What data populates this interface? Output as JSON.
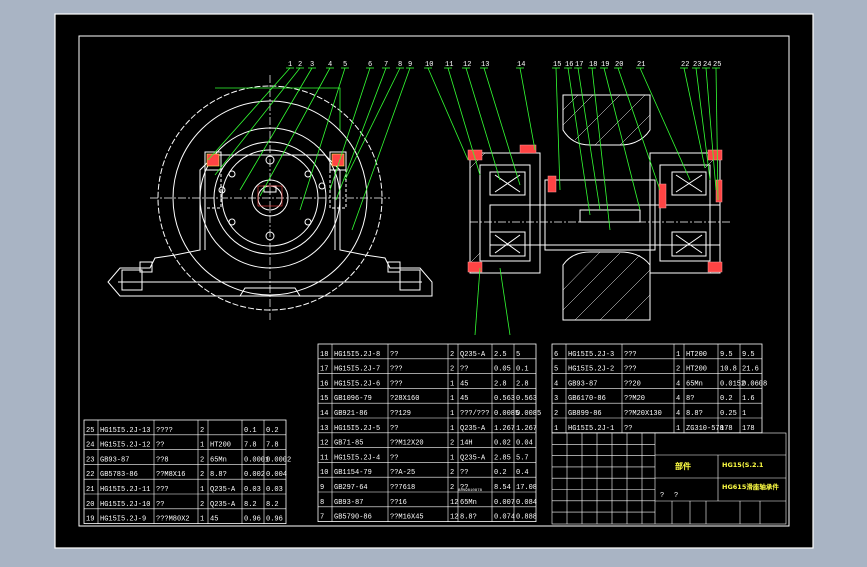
{
  "colors": {
    "background": "#a9b4c4",
    "sheet": "#000000",
    "frame": "#ffffff",
    "leader": "#33ff33",
    "parts": "#ff4444",
    "hatch": "#ffffff",
    "title_text": "#ffff44"
  },
  "title_block": {
    "label": "部件",
    "drawing_no": "HG15(S.2.1",
    "name": "HG615滑座轴承件",
    "small_1": "?",
    "small_2": "?"
  },
  "bom": {
    "left_rows": [
      [
        "25",
        "HG15I5.2J-13",
        "????",
        "2",
        "",
        "0.1",
        "0.2"
      ],
      [
        "24",
        "HG15I5.2J-12",
        "??",
        "1",
        "HT200",
        "7.8",
        "7.8"
      ],
      [
        "23",
        "GB93-87",
        "??8",
        "2",
        "65Mn",
        "0.0001",
        "0.0002"
      ],
      [
        "22",
        "GB5783-86",
        "??M8X16",
        "2",
        "8.8?",
        "0.002",
        "0.004"
      ],
      [
        "21",
        "HG15I5.2J-11",
        "???",
        "1",
        "Q235-A",
        "0.03",
        "0.03"
      ],
      [
        "20",
        "HG15I5.2J-10",
        "??",
        "2",
        "Q235-A",
        "8.2",
        "8.2"
      ],
      [
        "19",
        "HG15I5.2J-9",
        "???M80X2",
        "1",
        "45",
        "0.96",
        "0.96"
      ]
    ],
    "mid_rows": [
      [
        "18",
        "HG15I5.2J-8",
        "??",
        "2",
        "Q235-A",
        "2.5",
        "5"
      ],
      [
        "17",
        "HG15I5.2J-7",
        "???",
        "2",
        "??",
        "0.05",
        "0.1"
      ],
      [
        "16",
        "HG15I5.2J-6",
        "???",
        "1",
        "45",
        "2.8",
        "2.8"
      ],
      [
        "15",
        "GB1096-79",
        "?28X160",
        "1",
        "45",
        "0.563",
        "0.563"
      ],
      [
        "14",
        "GB921-86",
        "??129",
        "1",
        "???/???",
        "0.0085",
        "0.0085"
      ],
      [
        "13",
        "HG15I5.2J-5",
        "??",
        "1",
        "Q235-A",
        "1.267",
        "1.267"
      ],
      [
        "12",
        "GB71-85",
        "??M12X20",
        "2",
        "14H",
        "0.02",
        "0.04"
      ],
      [
        "11",
        "HG15I5.2J-4",
        "??",
        "1",
        "Q235-A",
        "2.85",
        "5.7"
      ],
      [
        "10",
        "GB1154-79",
        "??A-25",
        "2",
        "??",
        "0.2",
        "0.4"
      ],
      [
        "9",
        "GB297-64",
        "??7618",
        "2",
        "??",
        "8.54",
        "17.08"
      ],
      [
        "8",
        "GB93-87",
        "??16",
        "12",
        "65Mn",
        "0.007",
        "0.084"
      ],
      [
        "7",
        "GB5790-86",
        "??M16X45",
        "12",
        "8.8?",
        "0.074",
        "0.888"
      ]
    ],
    "right_rows": [
      [
        "6",
        "HG15I5.2J-3",
        "???",
        "1",
        "HT200",
        "9.5",
        "9.5"
      ],
      [
        "5",
        "HG15I5.2J-2",
        "???",
        "2",
        "HT200",
        "10.8",
        "21.6"
      ],
      [
        "4",
        "GB93-87",
        "??20",
        "4",
        "65Mn",
        "0.0152",
        "0.0608"
      ],
      [
        "3",
        "GB6170-86",
        "??M20",
        "4",
        "8?",
        "0.2",
        "1.6"
      ],
      [
        "2",
        "GB899-86",
        "??M20X130",
        "4",
        "8.8?",
        "0.25",
        "1"
      ],
      [
        "1",
        "HG15I5.2J-1",
        "??",
        "1",
        "ZG310-570",
        "178",
        "178"
      ]
    ],
    "extra": "88%9810878"
  },
  "callouts": {
    "left_view": [
      "1",
      "2",
      "3",
      "4",
      "5",
      "6",
      "7",
      "8",
      "9"
    ],
    "right_view": [
      "10",
      "11",
      "12",
      "13",
      "14",
      "15",
      "16",
      "17",
      "18",
      "19",
      "20",
      "21",
      "22",
      "23",
      "24",
      "25"
    ]
  }
}
